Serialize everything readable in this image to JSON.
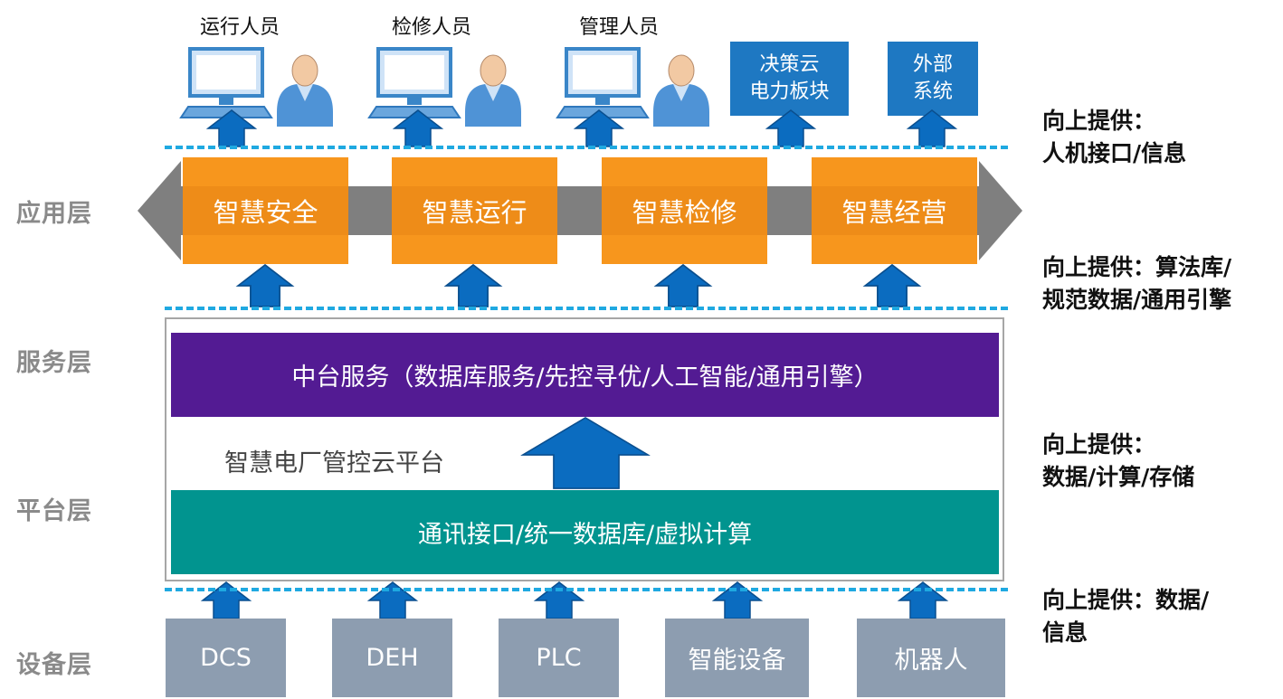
{
  "layers": {
    "application": "应用层",
    "service": "服务层",
    "platform": "平台层",
    "device": "设备层"
  },
  "users": [
    {
      "label": "运行人员"
    },
    {
      "label": "检修人员"
    },
    {
      "label": "管理人员"
    }
  ],
  "external": [
    {
      "line1": "决策云",
      "line2": "电力板块"
    },
    {
      "line1": "外部",
      "line2": "系统"
    }
  ],
  "apps": [
    "智慧安全",
    "智慧运行",
    "智慧检修",
    "智慧经营"
  ],
  "platform": {
    "title": "智慧电厂管控云平台",
    "service_bar": "中台服务（数据库服务/先控寻优/人工智能/通用引擎）",
    "base_bar": "通讯接口/统一数据库/虚拟计算"
  },
  "devices": [
    "DCS",
    "DEH",
    "PLC",
    "智能设备",
    "机器人"
  ],
  "notes": [
    {
      "line1": "向上提供：",
      "line2": "人机接口/信息"
    },
    {
      "line1": "向上提供：算法库/",
      "line2": "规范数据/通用引擎"
    },
    {
      "line1": "向上提供：",
      "line2": "数据/计算/存储"
    },
    {
      "line1": "向上提供：数据/",
      "line2": "信息"
    }
  ],
  "colors": {
    "app_orange": "#f7961d",
    "band_gray": "#7f7f7f",
    "service_purple": "#531b93",
    "base_teal": "#01948f",
    "device_gray": "#8d9db0",
    "arrow_blue": "#0b6cc0",
    "dash_blue": "#1fa9e1",
    "external_blue": "#1e78c2"
  }
}
